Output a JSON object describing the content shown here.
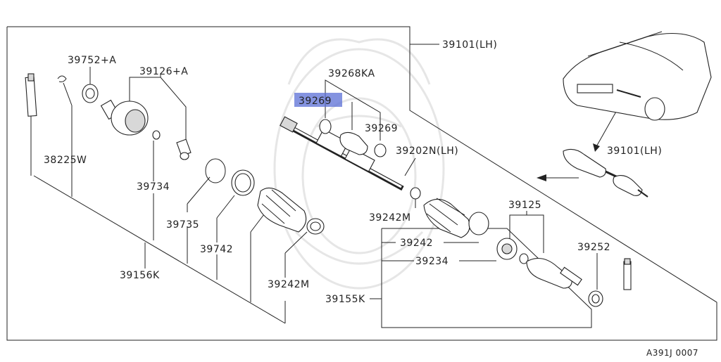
{
  "labels": {
    "p39101_lh_top": "39101(LH)",
    "p39752a": "39752+A",
    "p39126a": "39126+A",
    "p39268ka": "39268KA",
    "p39269_hl": "39269",
    "p39269": "39269",
    "p39202n": "39202N(LH)",
    "p39101_lh_car": "39101(LH)",
    "p38225w": "38225W",
    "p39734": "39734",
    "p39735": "39735",
    "p39742": "39742",
    "p39242m_mid": "39242M",
    "p39125": "39125",
    "p39242": "39242",
    "p39252": "39252",
    "p39234": "39234",
    "p39156k": "39156K",
    "p39242m_low": "39242M",
    "p39155k": "39155K",
    "code": "A391J 0007"
  },
  "colors": {
    "highlight": "#5b6fd6",
    "line": "#222222",
    "watermark": "#e6e6e6"
  }
}
